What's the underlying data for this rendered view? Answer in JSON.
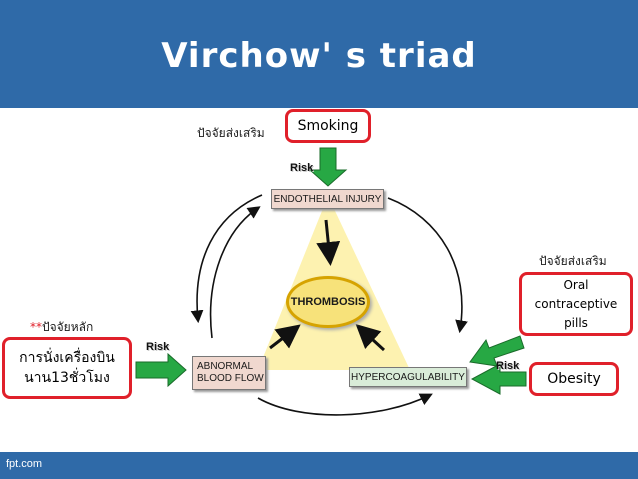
{
  "slide": {
    "title": "Virchow' s triad",
    "footer": "fpt.com"
  },
  "labels": {
    "supporting_top": "ปัจจัยส่งเสริม",
    "supporting_right": "ปัจจัยส่งเสริม",
    "main_factor_prefix": "**",
    "main_factor": "ปัจจัยหลัก"
  },
  "boxes": {
    "smoking": "Smoking",
    "oral_contraceptive_line1": "Oral",
    "oral_contraceptive_line2": "contraceptive",
    "oral_contraceptive_line3": "pills",
    "obesity": "Obesity",
    "flight_line1": "การนั่งเครื่องบิน",
    "flight_line2": "นาน13ชั่วโมง"
  },
  "nodes": {
    "endothelial_injury": "ENDOTHELIAL INJURY",
    "thrombosis": "THROMBOSIS",
    "abnormal_line1": "ABNORMAL",
    "abnormal_line2": "BLOOD FLOW",
    "hypercoagulability": "HYPERCOAGULABILITY"
  },
  "risk_labels": {
    "top": "Risk",
    "left": "Risk",
    "right": "Risk"
  },
  "colors": {
    "header": "#2f6aa8",
    "red_border": "#e0202a",
    "green_arrow": "#27a844",
    "triangle": "#fdf2b0",
    "thrombosis_fill": "#f7e27a",
    "node_fill": "#f0d8cf",
    "hyper_fill": "#d9ecd8"
  }
}
